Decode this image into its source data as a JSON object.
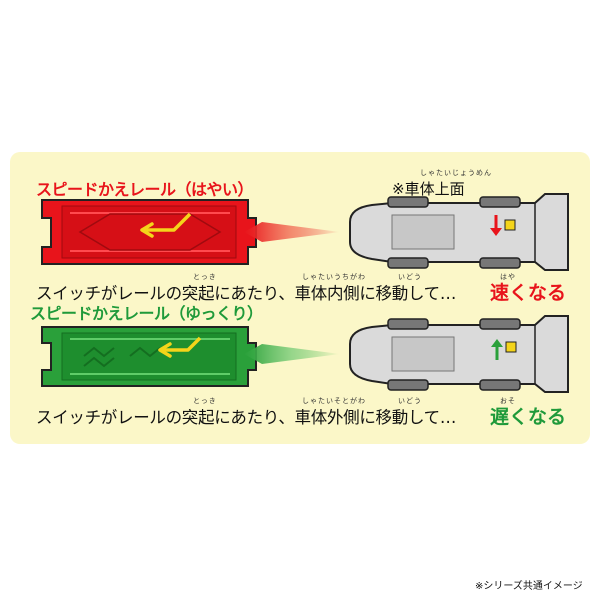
{
  "fast_section": {
    "title": "スピードかえレール（はやい）",
    "top_view_label": "※車体上面",
    "top_view_ruby": "しゃたいじょうめん",
    "sentence": "スイッチがレールの突起にあたり、車体内側に移動して…",
    "ruby_tokki": "とっき",
    "ruby_shataiuchigawa": "しゃたいうちがわ",
    "ruby_idou": "いどう",
    "result": "速くなる",
    "result_ruby": "はや",
    "color": "#e8141b"
  },
  "slow_section": {
    "title": "スピードかえレール（ゆっくり）",
    "sentence": "スイッチがレールの突起にあたり、車体外側に移動して…",
    "ruby_tokki": "とっき",
    "ruby_shataisotogawa": "しゃたいそとがわ",
    "ruby_idou": "いどう",
    "result": "遅くなる",
    "result_ruby": "おそ",
    "color": "#1f9a3a"
  },
  "footnote": "※シリーズ共通イメージ",
  "icons": {
    "fast_rail": "red-speed-rail-icon",
    "slow_rail": "green-speed-rail-icon",
    "train": "train-top-view-icon"
  }
}
